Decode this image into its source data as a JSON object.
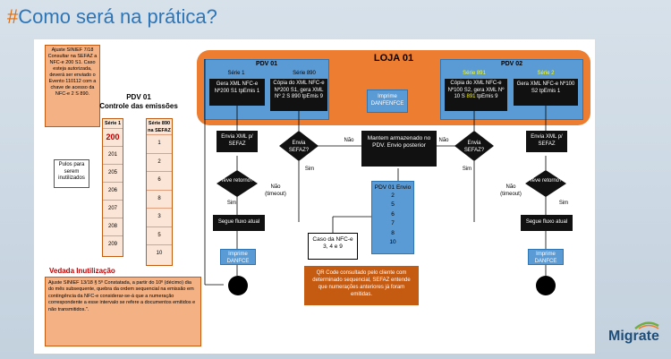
{
  "slide": {
    "title_hash": "#",
    "title_text": "Como será na prática?"
  },
  "left": {
    "ajuste_note": "Ajuste SINIEF 7/18 Consultar na SEFAZ a NFC-e 200 S1. Caso esteja autorizada, deverá ser enviado o Evento 110112 com a chave de acesso da NFC-e 2 S 890.",
    "pdv01_title": "PDV 01",
    "controle_title": "Controle das emissões",
    "serie1_header": "Série 1",
    "serie1_items": [
      "200",
      "201",
      "205",
      "206",
      "207",
      "208",
      "209"
    ],
    "serie890_header": "Série 890 na SEFAZ",
    "serie890_items": [
      "1",
      "2",
      "6",
      "8",
      "3",
      "5",
      "10"
    ],
    "pulos_note": "Pulos para serem inutilizados",
    "vedada_title": "Vedada Inutilização",
    "vedada_text": "Ajuste SINIEF 13/18 § 5º Constatada, a partir do 10º (décimo) dia do mês subsequente, quebra da ordem sequencial na emissão em contingência da NFC-e considerar-se-á que a numeração correspondente a esse intervalo se refere a documentos emitidos e não transmitidos.\"."
  },
  "flow": {
    "loja_title": "LOJA 01",
    "pdv01_label": "PDV 01",
    "pdv02_label": "PDV 02",
    "pdv01_serie1_label": "Série 1",
    "pdv01_serie890_label": "Série 890",
    "pdv01_gera": "Gera XML NFC-e Nº200 S1 tpEmis 1",
    "pdv01_copia": "Cópia do XML NFC-e Nº200 S1, gera XML Nº 2 S 890 tpEmis 9",
    "pdv02_serie891_label": "Série 891",
    "pdv02_serie2_label": "Série 2",
    "pdv02_copia_pre": "Cópia do XML NFC-e Nº100 S2, gera XML Nº 10 S",
    "pdv02_copia_hl": "891",
    "pdv02_copia_post": "tpEmis 9",
    "pdv02_gera": "Gera XML NFC-e Nº100 S2 tpEmis 1",
    "imprime_danfe": "Imprime DANFENFCE",
    "envia_xml_left": "Envia XML p/ SEFAZ",
    "envia_sefaz_left": "Envia SEFAZ?",
    "mantem": "Mantem armazenado no PDV. Envio posterior",
    "envia_sefaz_right": "Envia SEFAZ?",
    "envia_xml_right": "Envia XML p/ SEFAZ",
    "teve_retorno_left": "Teve retorno?",
    "teve_retorno_right": "Teve retorno?",
    "nao": "Não",
    "sim": "Sim",
    "nao_timeout": "Não (timeout)",
    "segue_fluxo": "Segue fluxo atual",
    "imprime_danfce": "Imprime DANFCE",
    "envio_title": "PDV 01 Envio",
    "envio_items": [
      "2",
      "5",
      "6",
      "7",
      "8",
      "10"
    ],
    "caso_text": "Caso da NFC-e 3, 4 e 9",
    "qr_text": "QR Code consultado pelo cliente com determinado sequencial, SEFAZ entende que numerações anteriores já foram emitidas."
  },
  "logo": {
    "text": "Migrate"
  }
}
